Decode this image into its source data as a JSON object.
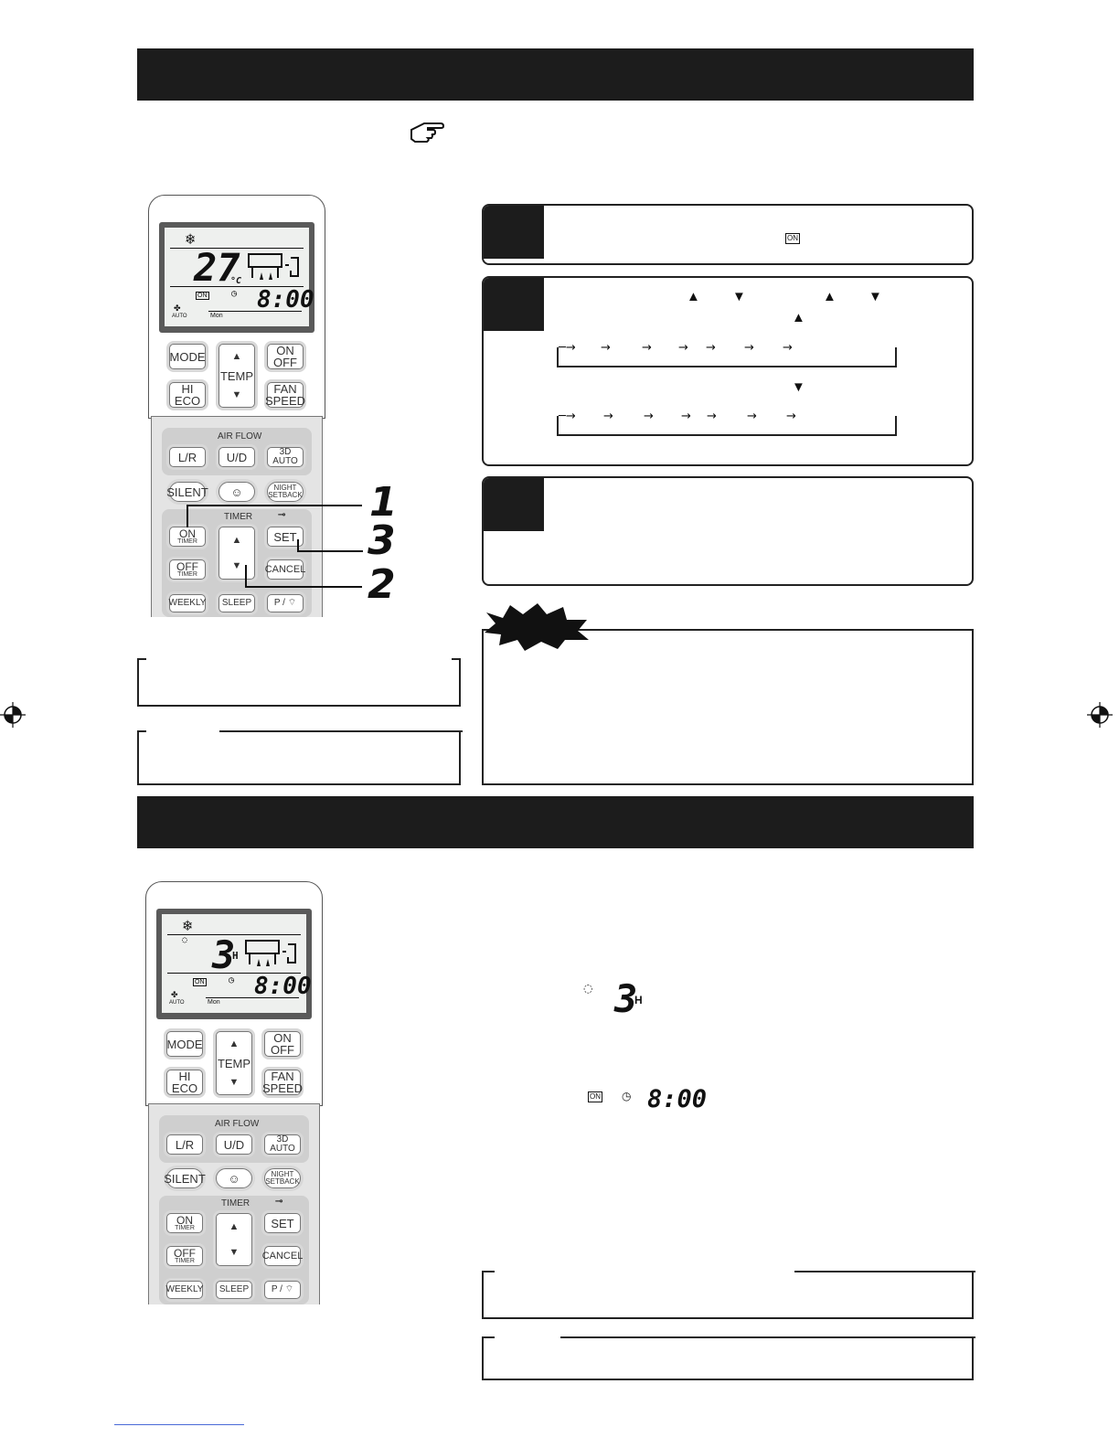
{
  "sections": {
    "top_title": "",
    "bottom_title": ""
  },
  "steps": [
    {
      "label": "1",
      "icon": "on-timer-indicator-icon"
    },
    {
      "label": "3",
      "icon": "set-button"
    },
    {
      "label": "2",
      "icon": "timer-up-down-button"
    }
  ],
  "step1_badge": "ON",
  "remote_top": {
    "lcd": {
      "temp": "27",
      "temp_unit": "°C",
      "on_badge": "ON",
      "time": "8:00",
      "fan": "AUTO",
      "day": "Mon"
    }
  },
  "remote_bottom": {
    "lcd": {
      "hours": "3",
      "hours_unit": "H",
      "on_badge": "ON",
      "time": "8:00",
      "fan": "AUTO",
      "day": "Mon"
    }
  },
  "buttons": {
    "mode": "MODE",
    "temp": "TEMP",
    "on": "ON",
    "off": "OFF",
    "hi": "HI",
    "eco": "ECO",
    "fan": "FAN",
    "speed": "SPEED",
    "airflow": "AIR FLOW",
    "lr": "L/R",
    "ud": "U/D",
    "auto3d": "3D AUTO",
    "silent": "SILENT",
    "night": "NIGHT",
    "setback": "SETBACK",
    "timer": "TIMER",
    "on_timer_top": "ON",
    "on_timer_sub": "TIMER",
    "off_timer_top": "OFF",
    "off_timer_sub": "TIMER",
    "set": "SET",
    "cancel": "CANCEL",
    "weekly": "WEEKLY",
    "sleep": "SLEEP",
    "p": "P /"
  },
  "bottom_example": {
    "hours": "3",
    "unit": "H",
    "on_badge": "ON",
    "time": "8:00"
  }
}
